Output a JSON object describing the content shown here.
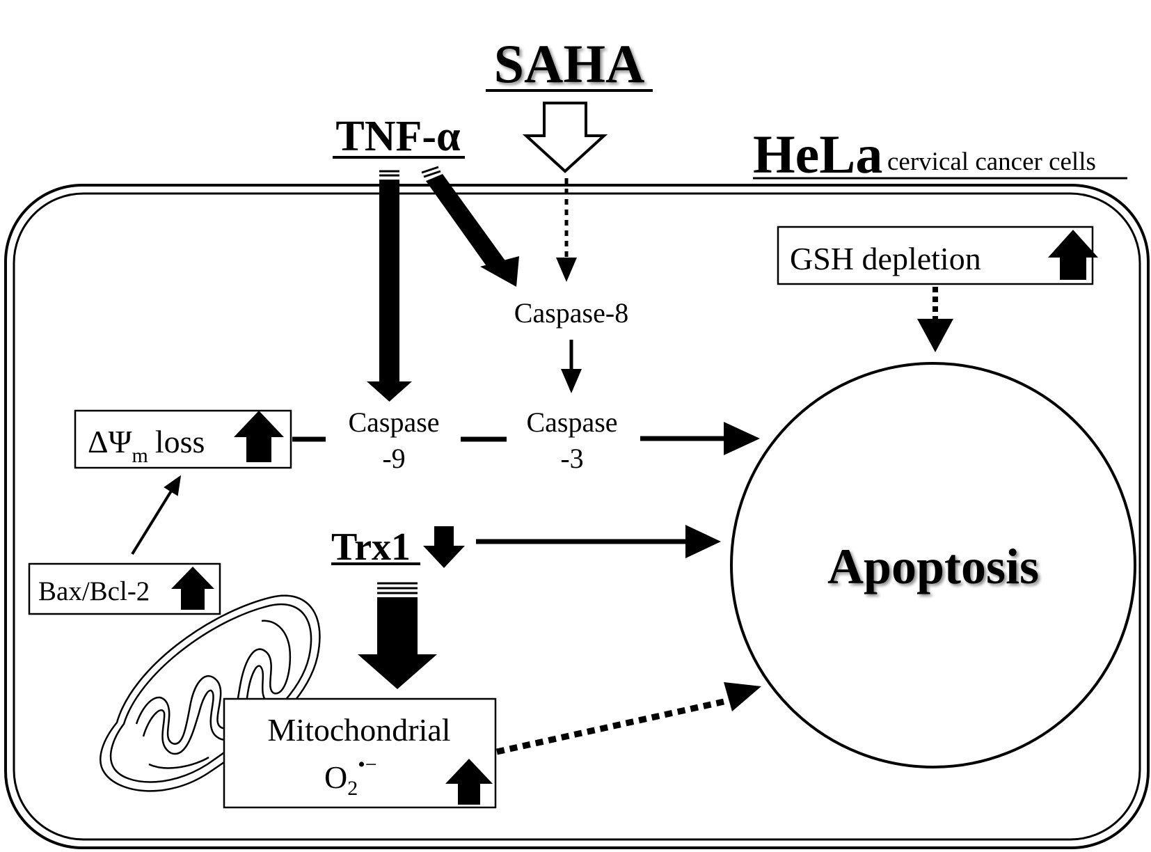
{
  "title": "SAHA",
  "stimulus": "TNF-α",
  "cell": {
    "name": "HeLa",
    "description": "cervical cancer cells"
  },
  "nodes": {
    "gsh": "GSH depletion",
    "caspase8": "Caspase-8",
    "caspase9": [
      "Caspase",
      "-9"
    ],
    "caspase3": [
      "Caspase",
      "-3"
    ],
    "dpsi": {
      "delta_psi": "ΔΨ",
      "subscript": "m",
      "text": "loss"
    },
    "bax": "Bax/Bcl-2",
    "trx1": "Trx1",
    "mito": {
      "line1": "Mitochondrial",
      "formula": "O",
      "subscript": "2",
      "superscript": "•−"
    },
    "apoptosis": "Apoptosis"
  },
  "indicators": {
    "gsh": "up",
    "dpsi": "up",
    "bax": "up",
    "trx1": "down",
    "mito": "up"
  },
  "icons": [
    "up-arrow-icon",
    "down-arrow-icon",
    "mitochondrion-icon"
  ]
}
